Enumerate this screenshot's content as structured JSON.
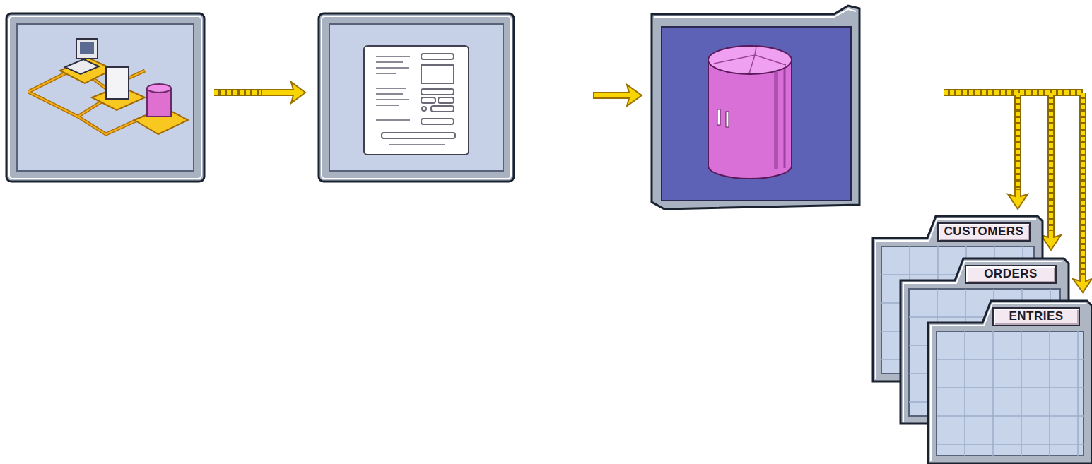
{
  "diagram": {
    "nodes": [
      {
        "text": [
          "CUSTOMERS"
        ]
      },
      {
        "text": [
          "ORDERS"
        ]
      },
      {
        "text": [
          "ENTRIES"
        ]
      }
    ]
  }
}
